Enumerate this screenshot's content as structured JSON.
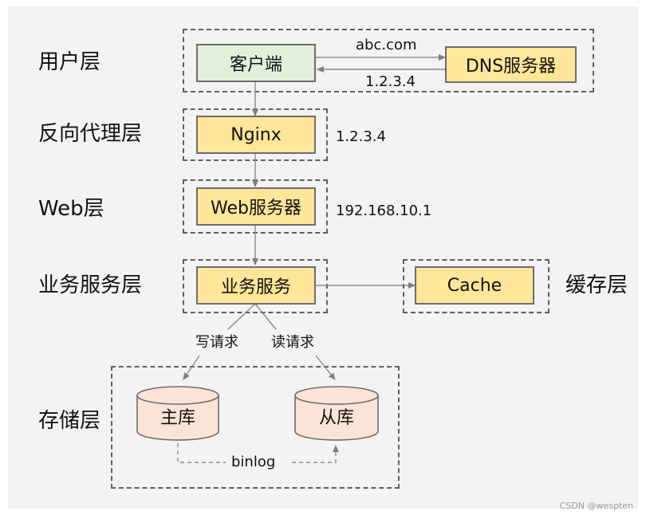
{
  "layers": {
    "user": "用户层",
    "proxy": "反向代理层",
    "web": "Web层",
    "service": "业务服务层",
    "cache": "缓存层",
    "storage": "存储层"
  },
  "nodes": {
    "client": "客户端",
    "dns": "DNS服务器",
    "nginx": "Nginx",
    "web_server": "Web服务器",
    "business": "业务服务",
    "cache": "Cache",
    "master": "主库",
    "slave": "从库"
  },
  "edges": {
    "dns_request": "abc.com",
    "dns_response": "1.2.3.4",
    "nginx_ip": "1.2.3.4",
    "web_ip": "192.168.10.1",
    "write": "写请求",
    "read": "读请求",
    "replication": "binlog"
  },
  "colors": {
    "client_fill": "#e2efda",
    "server_fill": "#ffe699",
    "db_fill": "#fbe3d6",
    "line": "#8a8a8a"
  },
  "watermark": "CSDN @wespten"
}
